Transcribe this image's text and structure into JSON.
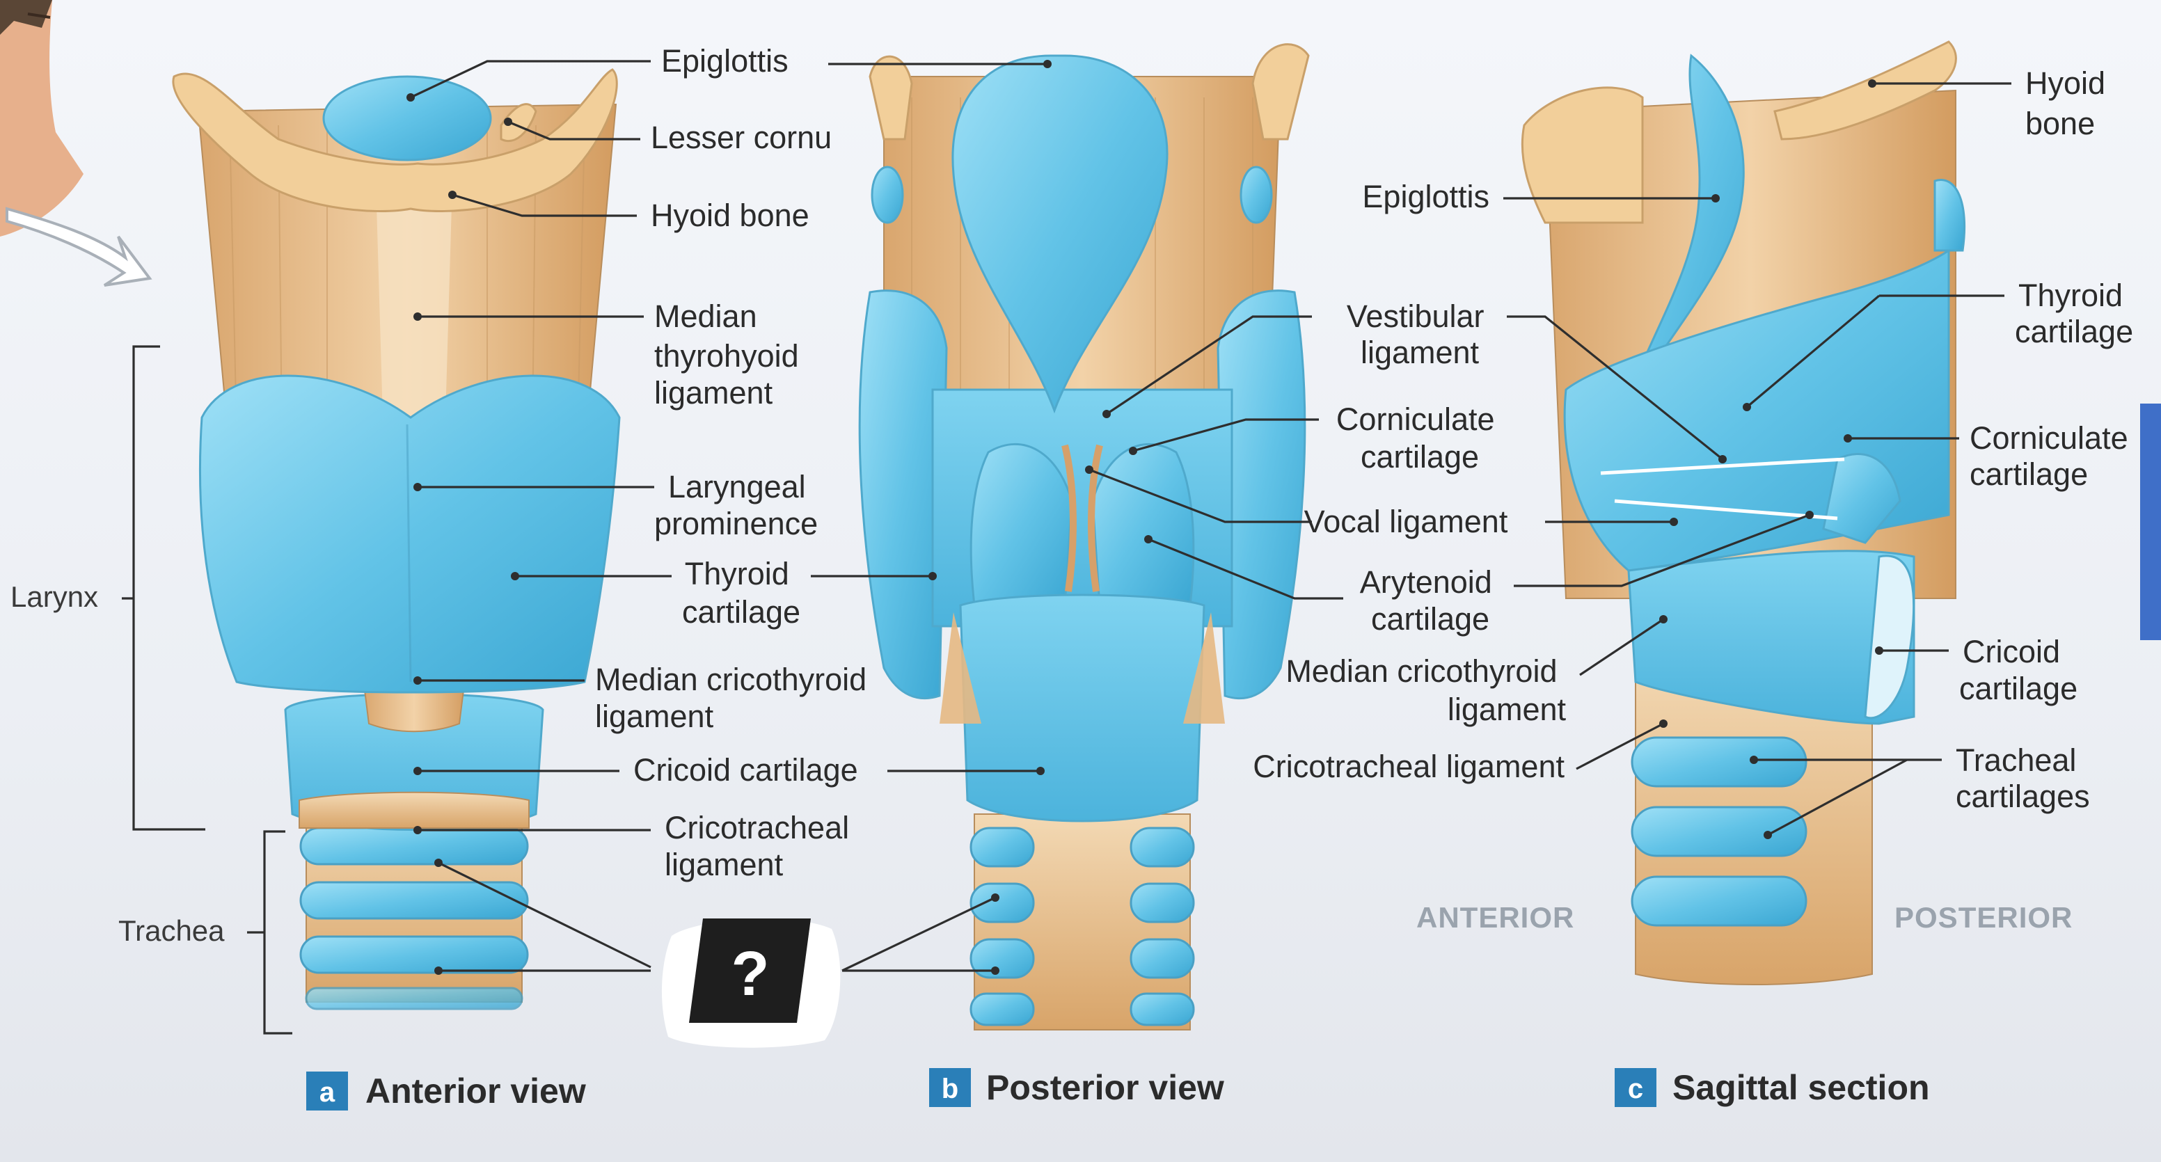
{
  "colors": {
    "cartilage": "#6fc8e8",
    "ligament": "#e5b886",
    "badge": "#2a7fb8",
    "direction_text": "#9aa3ad"
  },
  "panels": {
    "a": {
      "badge": "a",
      "caption": "Anterior view",
      "labels": {
        "epiglottis": "Epiglottis",
        "lesser_cornu": "Lesser cornu",
        "hyoid_bone": "Hyoid bone",
        "median_thyrohyoid": [
          "Median",
          "thyrohyoid",
          "ligament"
        ],
        "laryngeal_prominence": [
          "Laryngeal",
          "prominence"
        ],
        "thyroid_cartilage": [
          "Thyroid",
          "cartilage"
        ],
        "median_cricothyroid": [
          "Median cricothyroid",
          "ligament"
        ],
        "cricoid_cartilage": "Cricoid cartilage",
        "cricotracheal": [
          "Cricotracheal",
          "ligament"
        ],
        "larynx": "Larynx",
        "trachea": "Trachea"
      }
    },
    "b": {
      "badge": "b",
      "caption": "Posterior view",
      "labels": {
        "epiglottis": [
          "Epiglottis"
        ],
        "vestibular": [
          "Vestibular",
          "ligament"
        ],
        "corniculate": [
          "Corniculate",
          "cartilage"
        ],
        "vocal": [
          "Vocal ligament"
        ],
        "arytenoid": [
          "Arytenoid",
          "cartilage"
        ],
        "median_cricothyroid": [
          "Median cricothyroid",
          "ligament"
        ],
        "cricotracheal": [
          "Cricotracheal ligament"
        ]
      }
    },
    "c": {
      "badge": "c",
      "caption": "Sagittal section",
      "labels": {
        "hyoid_bone": [
          "Hyoid",
          "bone"
        ],
        "thyroid_cartilage": [
          "Thyroid",
          "cartilage"
        ],
        "corniculate": [
          "Corniculate",
          "cartilage"
        ],
        "cricoid": [
          "Cricoid",
          "cartilage"
        ],
        "tracheal": [
          "Tracheal",
          "cartilages"
        ],
        "anterior": "ANTERIOR",
        "posterior": "POSTERIOR"
      }
    }
  },
  "question_mark": "?"
}
